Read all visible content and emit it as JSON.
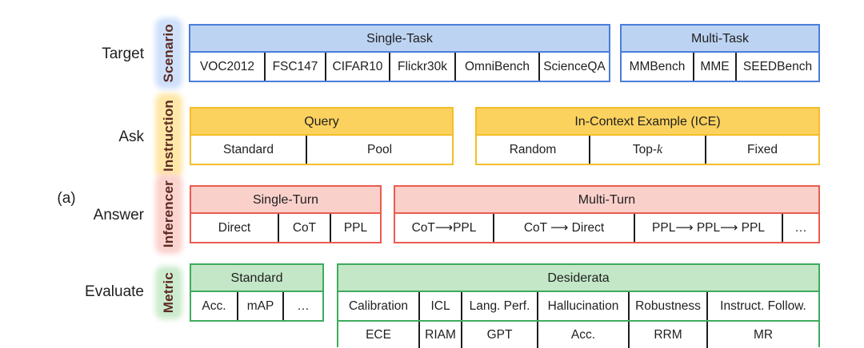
{
  "figure": {
    "caption": "(a)"
  },
  "rows": [
    {
      "stage_label": "Target",
      "component_label": "Scenario",
      "accent": "#4a7ddb",
      "groups": [
        {
          "title": "Single-Task",
          "subrows": [
            [
              "VOC2012",
              "FSC147",
              "CIFAR10",
              "Flickr30k",
              "OmniBench",
              "ScienceQA"
            ]
          ]
        },
        {
          "title": "Multi-Task",
          "subrows": [
            [
              "MMBench",
              "MME",
              "SEEDBench"
            ]
          ]
        }
      ]
    },
    {
      "stage_label": "Ask",
      "component_label": "Instruction",
      "accent": "#f5bd2a",
      "groups": [
        {
          "title": "Query",
          "subrows": [
            [
              "Standard",
              "Pool"
            ]
          ]
        },
        {
          "title": "In-Context Example (ICE)",
          "subrows": [
            [
              "Random",
              "Top-k",
              "Fixed"
            ]
          ]
        }
      ]
    },
    {
      "stage_label": "Answer",
      "component_label": "Inferencer",
      "accent": "#ea5b4f",
      "groups": [
        {
          "title": "Single-Turn",
          "subrows": [
            [
              "Direct",
              "CoT",
              "PPL"
            ]
          ]
        },
        {
          "title": "Multi-Turn",
          "subrows": [
            [
              "CoT⟶PPL",
              "CoT ⟶ Direct",
              "PPL⟶ PPL⟶ PPL",
              "…"
            ]
          ]
        }
      ]
    },
    {
      "stage_label": "Evaluate",
      "component_label": "Metric",
      "accent": "#3fab5e",
      "groups": [
        {
          "title": "Standard",
          "subrows": [
            [
              "Acc.",
              "mAP",
              "…"
            ]
          ]
        },
        {
          "title": "Desiderata",
          "subrows": [
            [
              "Calibration",
              "ICL",
              "Lang. Perf.",
              "Hallucination",
              "Robustness",
              "Instruct. Follow."
            ],
            [
              "ECE",
              "RIAM",
              "GPT",
              "Acc.",
              "RRM",
              "MR"
            ]
          ]
        }
      ]
    }
  ]
}
